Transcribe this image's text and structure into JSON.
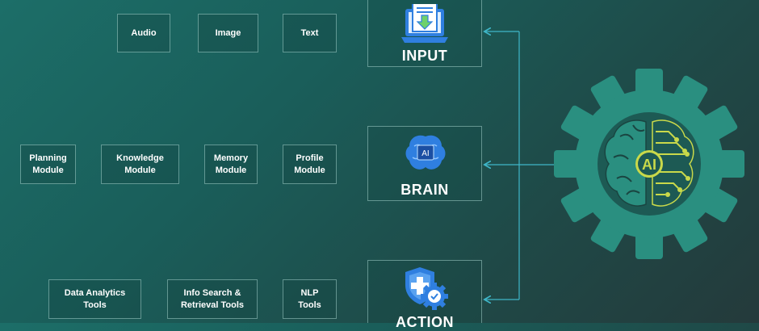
{
  "input": {
    "title": "INPUT",
    "items": [
      "Audio",
      "Image",
      "Text"
    ]
  },
  "brain": {
    "title": "BRAIN",
    "icon_label": "AI",
    "items": [
      "Planning\nModule",
      "Knowledge\nModule",
      "Memory\nModule",
      "Profile\nModule"
    ]
  },
  "action": {
    "title": "ACTION",
    "items": [
      "Data Analytics\nTools",
      "Info Search &\nRetrieval Tools",
      "NLP\nTools"
    ]
  },
  "gear": {
    "label": "AI"
  },
  "colors": {
    "accent": "#2a8f80",
    "connector": "#3fb6c8",
    "icon_blue": "#2f7fe0"
  },
  "icons": {
    "input": "laptop-download-icon",
    "brain": "ai-chip-brain-icon",
    "action": "shield-gear-icon",
    "gear": "ai-brain-gear-icon"
  }
}
